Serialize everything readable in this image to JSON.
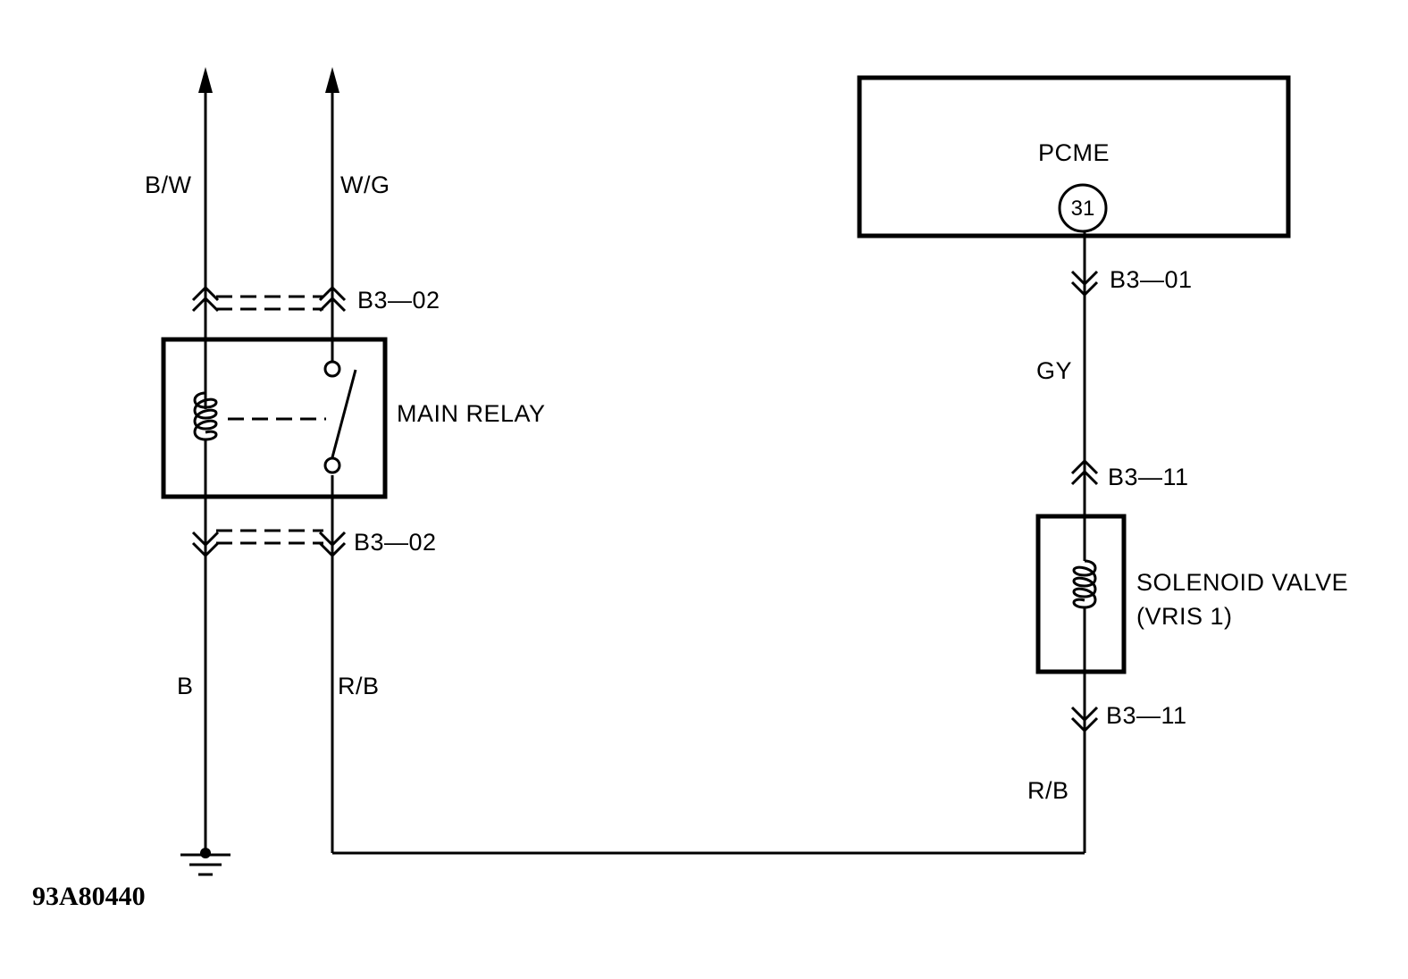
{
  "wires": {
    "bw": "B/W",
    "wg": "W/G",
    "b": "B",
    "rb_left": "R/B",
    "gy": "GY",
    "rb_right": "R/B"
  },
  "connectors": {
    "relay_top": "B3—02",
    "relay_bottom": "B3—02",
    "pcme_out": "B3—01",
    "solenoid_top": "B3—11",
    "solenoid_bottom": "B3—11"
  },
  "components": {
    "pcme": "PCME",
    "pcme_pin": "31",
    "main_relay": "MAIN RELAY",
    "solenoid_line1": "SOLENOID VALVE",
    "solenoid_line2": "(VRIS 1)"
  },
  "figure_id": "93A80440"
}
